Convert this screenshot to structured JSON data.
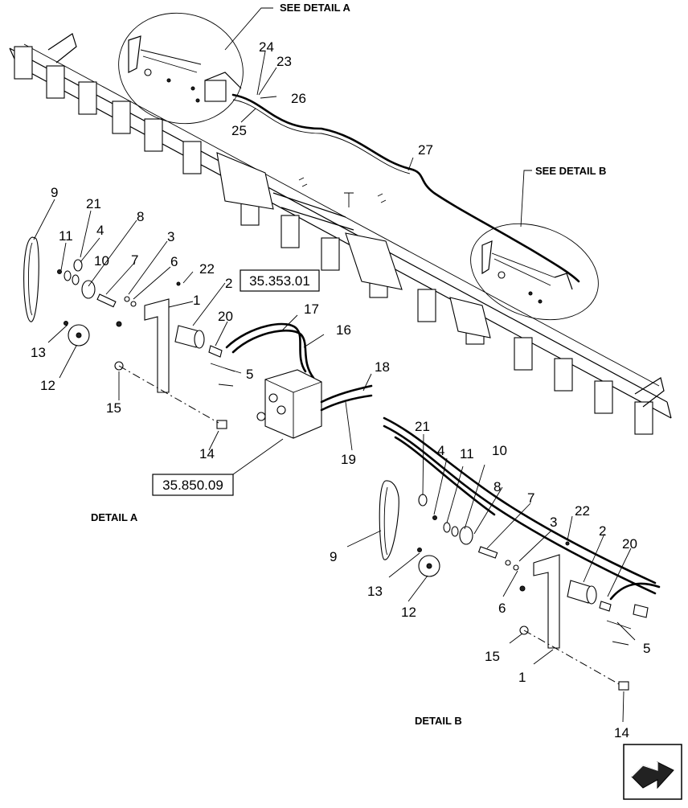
{
  "detail_headers": {
    "see_a": "SEE DETAIL  A",
    "see_b": "SEE DETAIL  B"
  },
  "captions": {
    "detail_a": "DETAIL A",
    "detail_b": "DETAIL B"
  },
  "references": {
    "ref1": "35.353.01",
    "ref2": "35.850.09"
  },
  "callouts_main": {
    "c24": "24",
    "c23": "23",
    "c26": "26",
    "c25": "25",
    "c27": "27"
  },
  "callouts_a": {
    "c9": "9",
    "c21": "21",
    "c11": "11",
    "c4": "4",
    "c10": "10",
    "c8": "8",
    "c3": "3",
    "c7": "7",
    "c6": "6",
    "c22": "22",
    "c2": "2",
    "c1": "1",
    "c20": "20",
    "c17": "17",
    "c16": "16",
    "c13": "13",
    "c12": "12",
    "c5": "5",
    "c15": "15",
    "c18": "18",
    "c14": "14",
    "c19": "19"
  },
  "callouts_b": {
    "c21": "21",
    "c4": "4",
    "c11": "11",
    "c10": "10",
    "c8": "8",
    "c7": "7",
    "c22": "22",
    "c3": "3",
    "c2": "2",
    "c20": "20",
    "c9": "9",
    "c13": "13",
    "c12": "12",
    "c6": "6",
    "c5": "5",
    "c15": "15",
    "c1": "1",
    "c14": "14"
  },
  "icons": {
    "nav": "next-page-arrow-icon"
  }
}
